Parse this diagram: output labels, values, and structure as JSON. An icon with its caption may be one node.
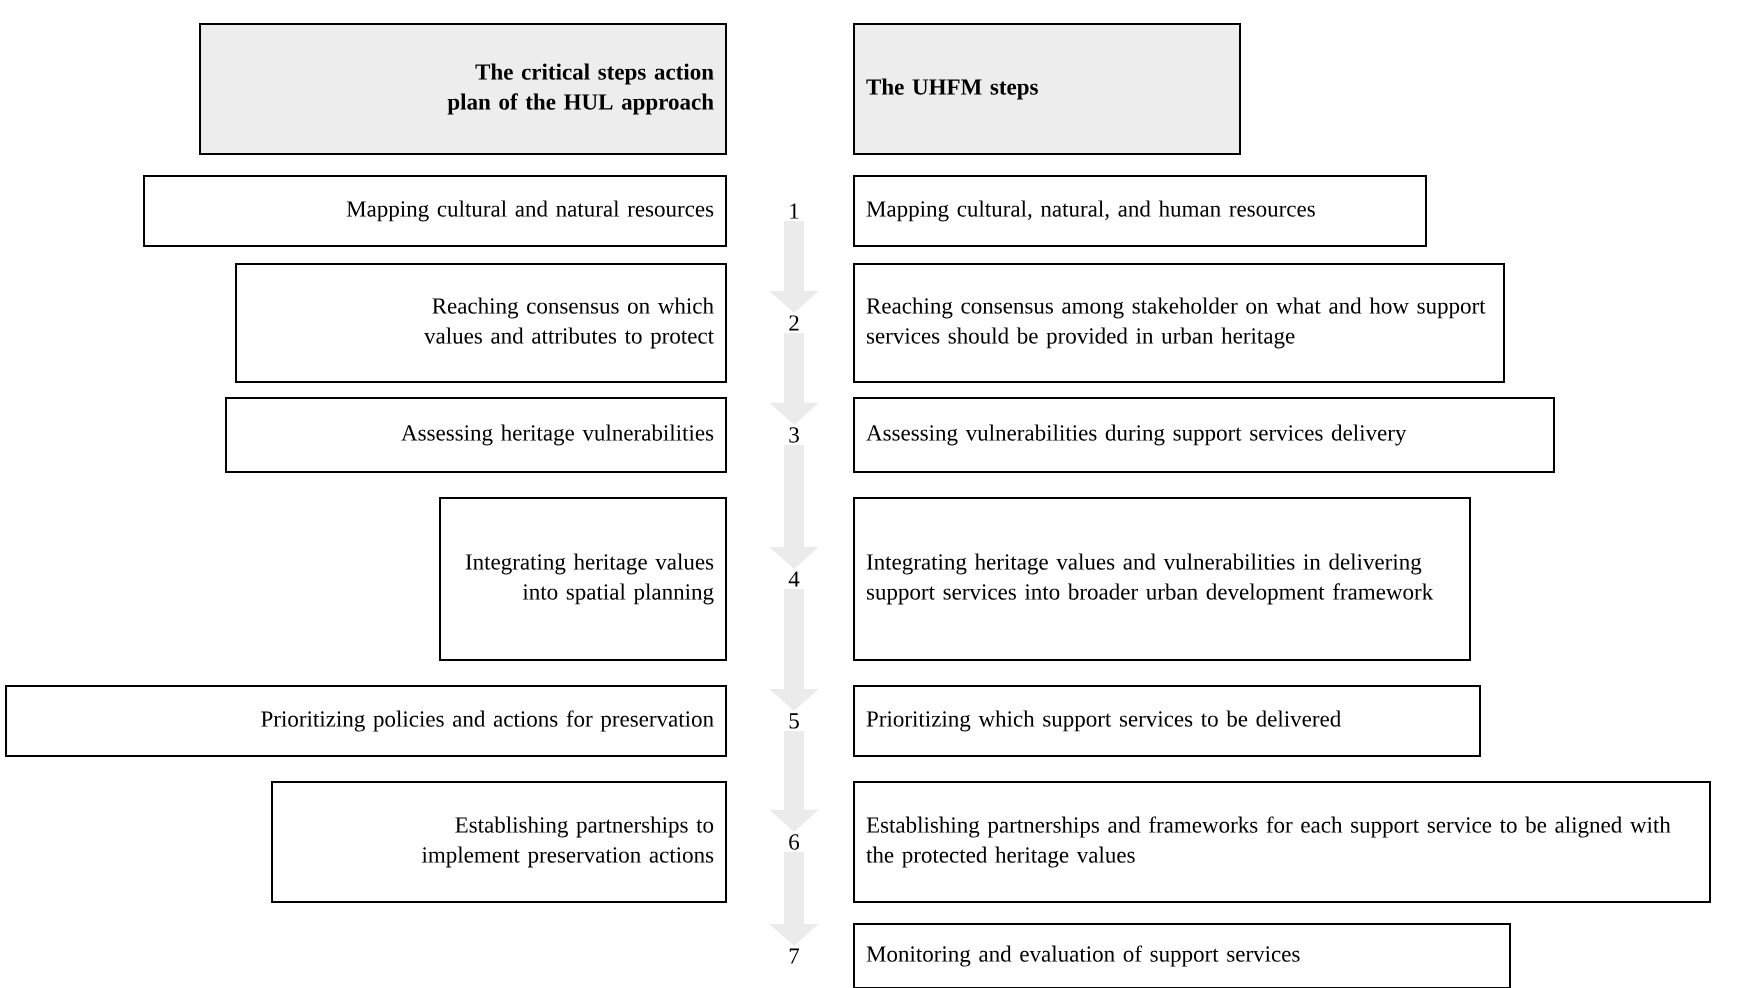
{
  "diagram": {
    "nodes": [
      {
        "text": [
          "The critical steps action plan of the HUL approach"
        ]
      },
      {
        "text": [
          "The UHFM steps"
        ]
      },
      {
        "text": [
          "Mapping cultural and natural resources"
        ]
      },
      {
        "text": [
          "1"
        ]
      },
      {
        "text": [
          "Mapping cultural, natural, and human resources"
        ]
      },
      {
        "text": [
          "Reaching consensus on which values and attributes to protect"
        ]
      },
      {
        "text": [
          "2"
        ]
      },
      {
        "text": [
          "Reaching consensus among stakeholder on what and how support services should be provided in urban heritage"
        ]
      },
      {
        "text": [
          "Assessing heritage vulnerabilities"
        ]
      },
      {
        "text": [
          "3"
        ]
      },
      {
        "text": [
          "Assessing vulnerabilities during support services delivery"
        ]
      },
      {
        "text": [
          "Integrating heritage values into spatial planning"
        ]
      },
      {
        "text": [
          "4"
        ]
      },
      {
        "text": [
          "Integrating heritage values and vulnerabilities in delivering support services into broader urban development framework"
        ]
      },
      {
        "text": [
          "Prioritizing policies and actions for preservation"
        ]
      },
      {
        "text": [
          "5"
        ]
      },
      {
        "text": [
          "Prioritizing which support services to be delivered"
        ]
      },
      {
        "text": [
          "Establishing partnerships to implement preservation actions"
        ]
      },
      {
        "text": [
          "6"
        ]
      },
      {
        "text": [
          "Establishing partnerships and frameworks for each support service to be aligned with the protected heritage values"
        ]
      },
      {
        "text": [
          "7"
        ]
      },
      {
        "text": [
          "Monitoring and evaluation of support services"
        ]
      }
    ],
    "edges": [
      {
        "from": 3,
        "to": 6,
        "arrow": "to"
      },
      {
        "from": 6,
        "to": 9,
        "arrow": "to"
      },
      {
        "from": 9,
        "to": 12,
        "arrow": "to"
      },
      {
        "from": 12,
        "to": 15,
        "arrow": "to"
      },
      {
        "from": 15,
        "to": 18,
        "arrow": "to"
      },
      {
        "from": 18,
        "to": 20,
        "arrow": "to"
      }
    ]
  }
}
